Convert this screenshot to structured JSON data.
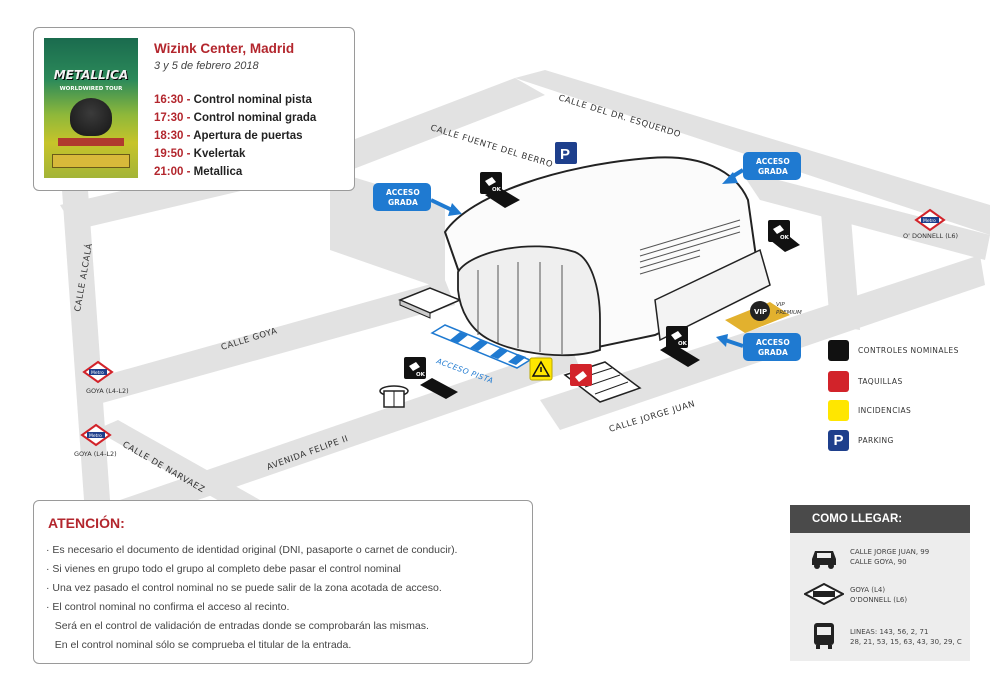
{
  "event": {
    "title": "Wizink Center, Madrid",
    "date": "3 y 5 de febrero 2018",
    "schedule": [
      {
        "time": "16:30",
        "sep": " - ",
        "desc": "Control nominal pista"
      },
      {
        "time": "17:30",
        "sep": " - ",
        "desc": "Control nominal grada"
      },
      {
        "time": "18:30",
        "sep": " - ",
        "desc": "Apertura de puertas"
      },
      {
        "time": "19:50",
        "sep": " - ",
        "desc": "Kvelertak"
      },
      {
        "time": "21:00",
        "sep": " - ",
        "desc": "Metallica"
      }
    ],
    "poster": {
      "logo": "METALLICA",
      "tour": "WORLDWIRED TOUR"
    }
  },
  "streets": {
    "esquerdo": "CALLE DEL DR. ESQUERDO",
    "fuente_berro": "CALLE FUENTE DEL BERRO",
    "alcala": "CALLE ALCALÁ",
    "goya": "CALLE GOYA",
    "jorge_juan": "CALLE JORGE JUAN",
    "felipe": "AVENIDA FELIPE II",
    "narvaez": "CALLE DE NARVAEZ"
  },
  "metro": {
    "sign": "Metro",
    "odonnell": "O' DONNELL (L6)",
    "goya1": "GOYA (L4-L2)",
    "goya2": "GOYA (L4-L2)"
  },
  "access": {
    "grada_left": [
      "ACCESO",
      "GRADA"
    ],
    "grada_right": [
      "ACCESO",
      "GRADA"
    ],
    "grada_bottom": [
      "ACCESO",
      "GRADA"
    ],
    "pista": "ACCESO PISTA",
    "vip": "VIP",
    "vip_label": [
      "VIP",
      "PREMIUM"
    ],
    "ok": "OK",
    "parking": "P"
  },
  "legend": [
    {
      "label": "CONTROLES NOMINALES",
      "icon": "ticket-ok-icon",
      "color": "#111111"
    },
    {
      "label": "TAQUILLAS",
      "icon": "ticket-office-icon",
      "color": "#d2232a"
    },
    {
      "label": "INCIDENCIAS",
      "icon": "warning-icon",
      "color": "#ffe600"
    },
    {
      "label": "PARKING",
      "icon": "parking-icon",
      "color": "#1e3f8c"
    }
  ],
  "attention": {
    "title": "ATENCIÓN:",
    "items": [
      "· Es necesario el documento de identidad original (DNI, pasaporte o carnet de conducir).",
      "· Si vienes en grupo todo el grupo al completo debe pasar el control nominal",
      "· Una vez pasado el control nominal no se puede salir de la zona acotada de acceso.",
      "· El control nominal no confirma el acceso al recinto.",
      "   Será en el control de validación de entradas donde se comprobarán las mismas.",
      "   En el control nominal sólo se comprueba el titular de la entrada."
    ]
  },
  "como_llegar": {
    "title": "COMO LLEGAR:",
    "car": [
      "CALLE JORGE JUAN, 99",
      "CALLE GOYA, 90"
    ],
    "metro": [
      "GOYA (L4)",
      "O'DONNELL (L6)"
    ],
    "bus": [
      "LINEAS: 143, 56, 2, 71",
      "28, 21, 53, 15, 63, 43, 30, 29, C"
    ]
  },
  "colors": {
    "accent_red": "#b3262d",
    "access_blue": "#1f7ad1",
    "parking_blue": "#1e3f8c",
    "road_gray": "#e2e2e2",
    "warning_yellow": "#ffe600",
    "vip_gold": "#e2b12e"
  }
}
